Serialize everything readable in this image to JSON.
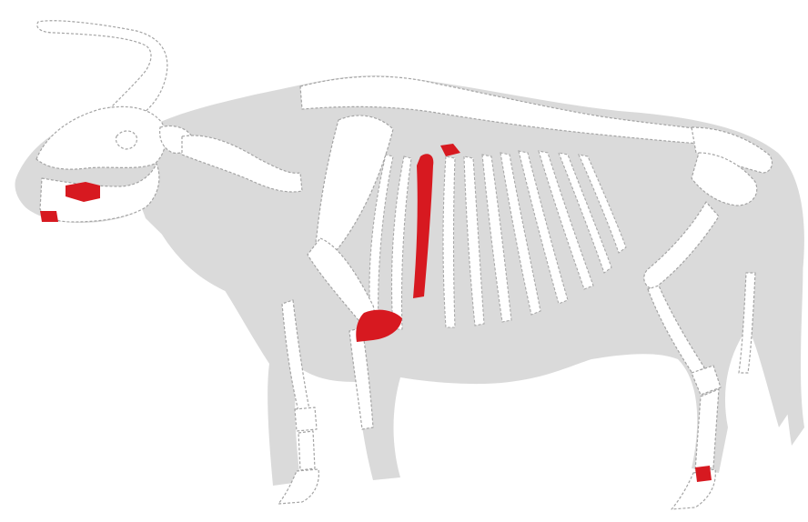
{
  "figure": {
    "subject": "cattle skeleton",
    "colors": {
      "background": "#ffffff",
      "body_silhouette": "#dadada",
      "bone_fill": "#ffffff",
      "bone_outline": "#a4a4a4",
      "highlight": "#d71920"
    },
    "highlighted_elements": [
      "mandible-teeth-upper",
      "mandible-incisor",
      "rib",
      "rib-head",
      "humerus-distal",
      "metatarsal-distal"
    ]
  }
}
